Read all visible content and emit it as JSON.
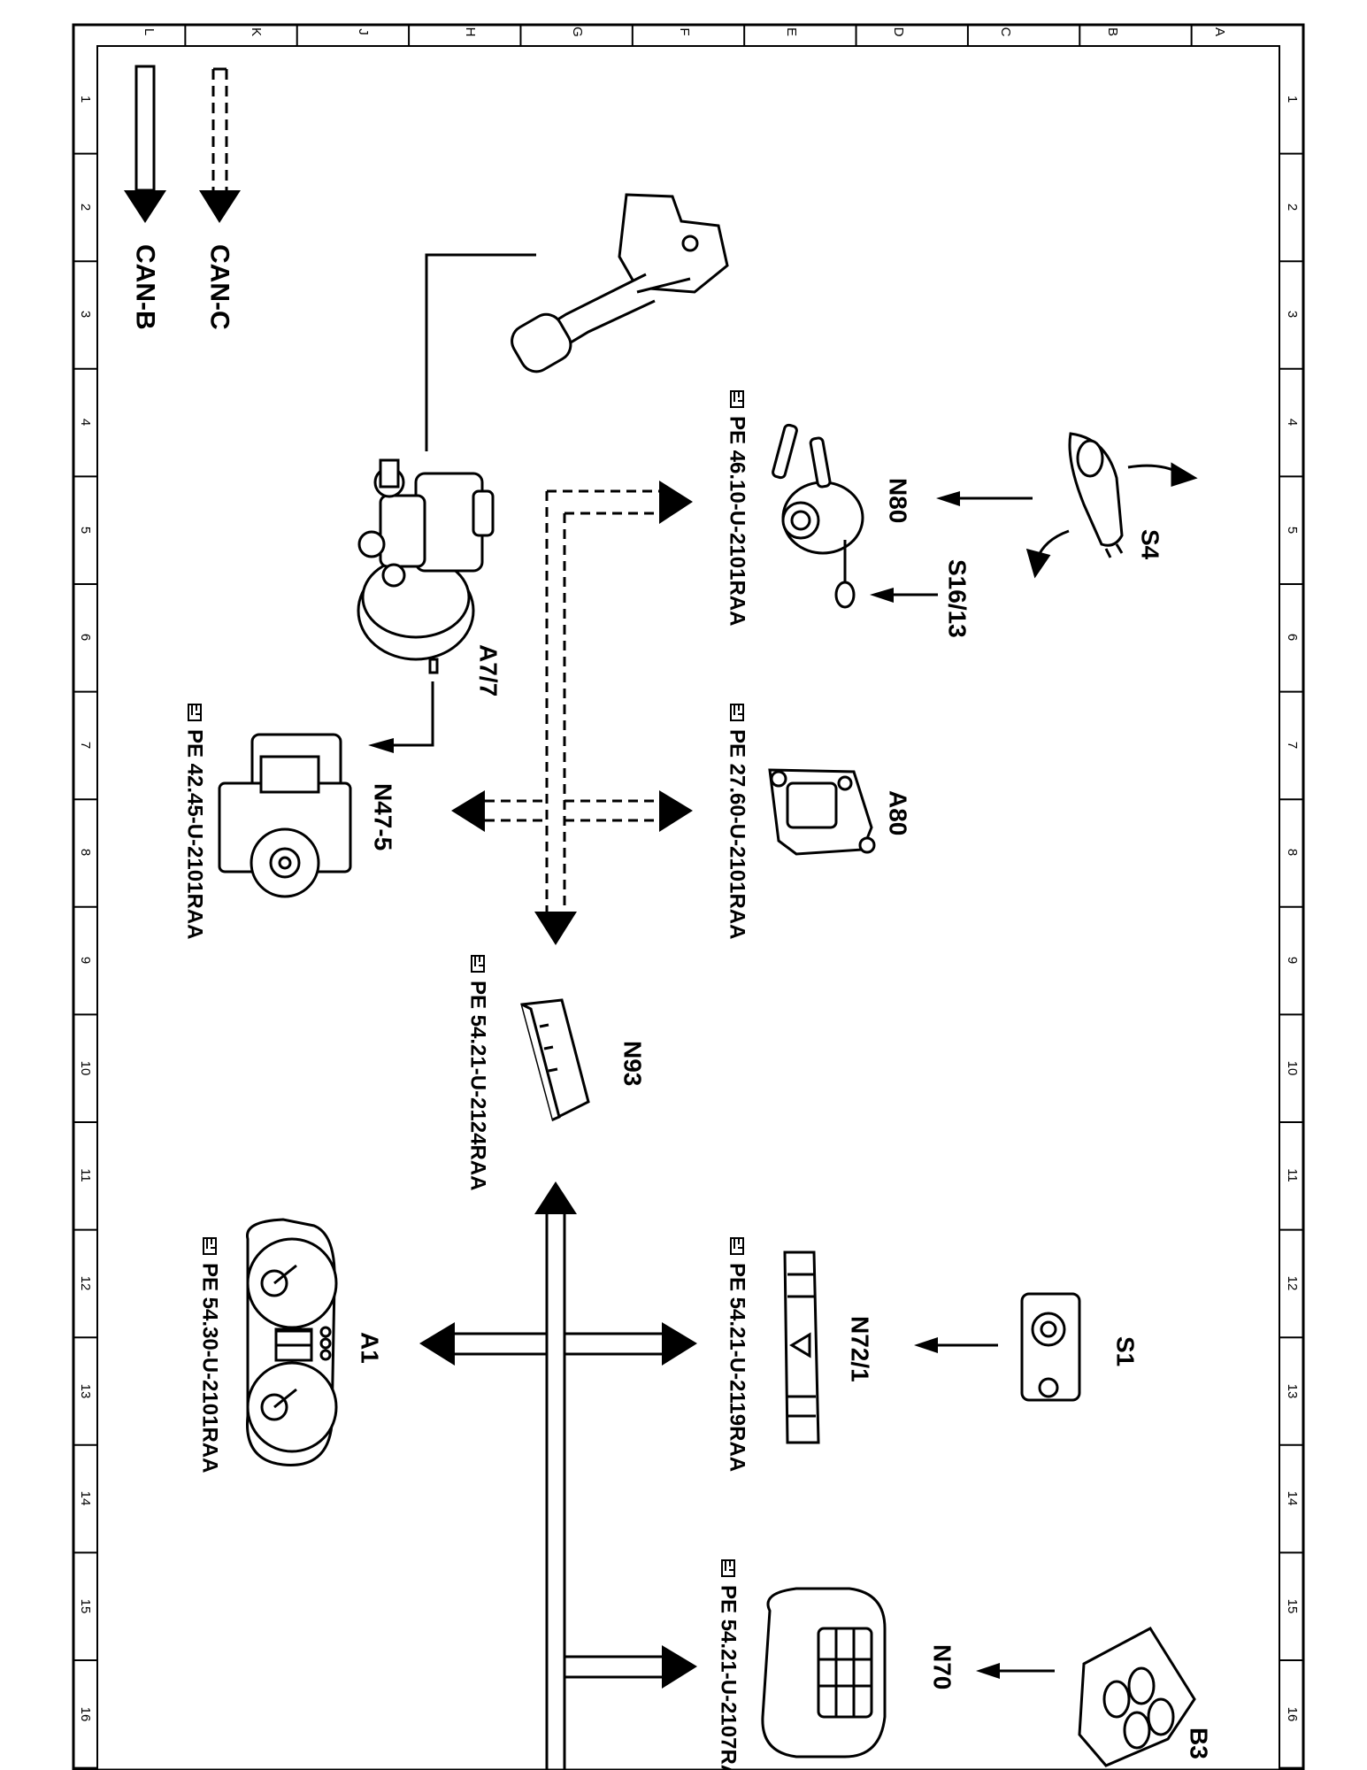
{
  "grid": {
    "columns": [
      "L",
      "K",
      "J",
      "H",
      "G",
      "F",
      "E",
      "D",
      "C",
      "B",
      "A"
    ],
    "rows": [
      "1",
      "2",
      "3",
      "4",
      "5",
      "6",
      "7",
      "8",
      "9",
      "10",
      "11",
      "12",
      "13",
      "14",
      "15",
      "16"
    ]
  },
  "legend": {
    "can_c": "CAN-C",
    "can_b": "CAN-B"
  },
  "components": {
    "s4": "S4",
    "n80": "N80",
    "s16_13": "S16/13",
    "a7_7": "A7/7",
    "n47_5": "N47-5",
    "a80": "A80",
    "n93": "N93",
    "a1": "A1",
    "n72_1": "N72/1",
    "s1": "S1",
    "n70": "N70",
    "b3": "B3"
  },
  "references": {
    "n80": "PE 46.10-U-2101RAA",
    "a80": "PE 27.60-U-2101RAA",
    "n47_5": "PE 42.45-U-2101RAA",
    "n93": "PE 54.21-U-2124RAA",
    "a1": "PE 54.30-U-2101RAA",
    "n72_1": "PE 54.21-U-2119RAA",
    "n70": "PE 54.21-U-2107RA"
  },
  "icons": {
    "reference": "pointing-hand-icon"
  }
}
